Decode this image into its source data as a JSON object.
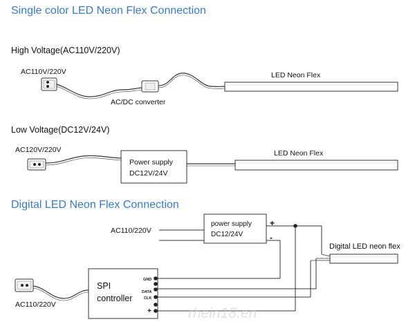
{
  "sections": {
    "single_title": "Single color LED Neon Flex Connection",
    "high_voltage": {
      "heading": "High Voltage(AC110V/220V)",
      "input_label": "AC110V/220V",
      "converter_label": "AC/DC converter",
      "flex_label": "LED Neon Flex"
    },
    "low_voltage": {
      "heading": "Low Voltage(DC12V/24V)",
      "input_label": "AC120V/220V",
      "psu_line1": "Power supply",
      "psu_line2": "DC12V/24V",
      "flex_label": "LED Neon Flex"
    },
    "digital_title": "Digital LED Neon Flex Connection",
    "digital": {
      "ac_label": "AC110/220V",
      "psu_line1": "power supply",
      "psu_line2": "DC12/24V",
      "plus": "+",
      "minus": "-",
      "flex_label": "Digital LED neon flex",
      "controller_line1": "SPI",
      "controller_line2": "controller",
      "pin_gnd": "GND",
      "pin_data": "DATA",
      "pin_clk": "CLK",
      "pin_plus": "+",
      "plug_label": "AC110/220V"
    }
  },
  "watermark": "rhein18.en",
  "colors": {
    "title": "#3a7ac8",
    "line": "#333333",
    "flex_fill": "#ffffff"
  }
}
